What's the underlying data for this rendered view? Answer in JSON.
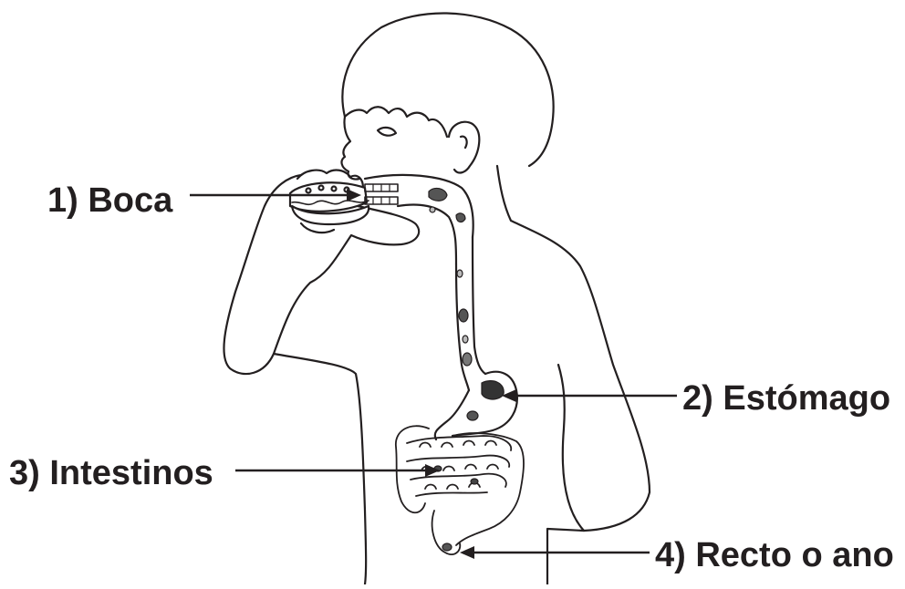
{
  "labels": {
    "mouth": "1) Boca",
    "stomach": "2) Estómago",
    "intestines": "3) Intestinos",
    "rectum": "4) Recto o ano"
  },
  "colors": {
    "ink": "#231f20",
    "background": "#ffffff",
    "food_dark": "#555555",
    "food_light": "#bbbbbb"
  }
}
